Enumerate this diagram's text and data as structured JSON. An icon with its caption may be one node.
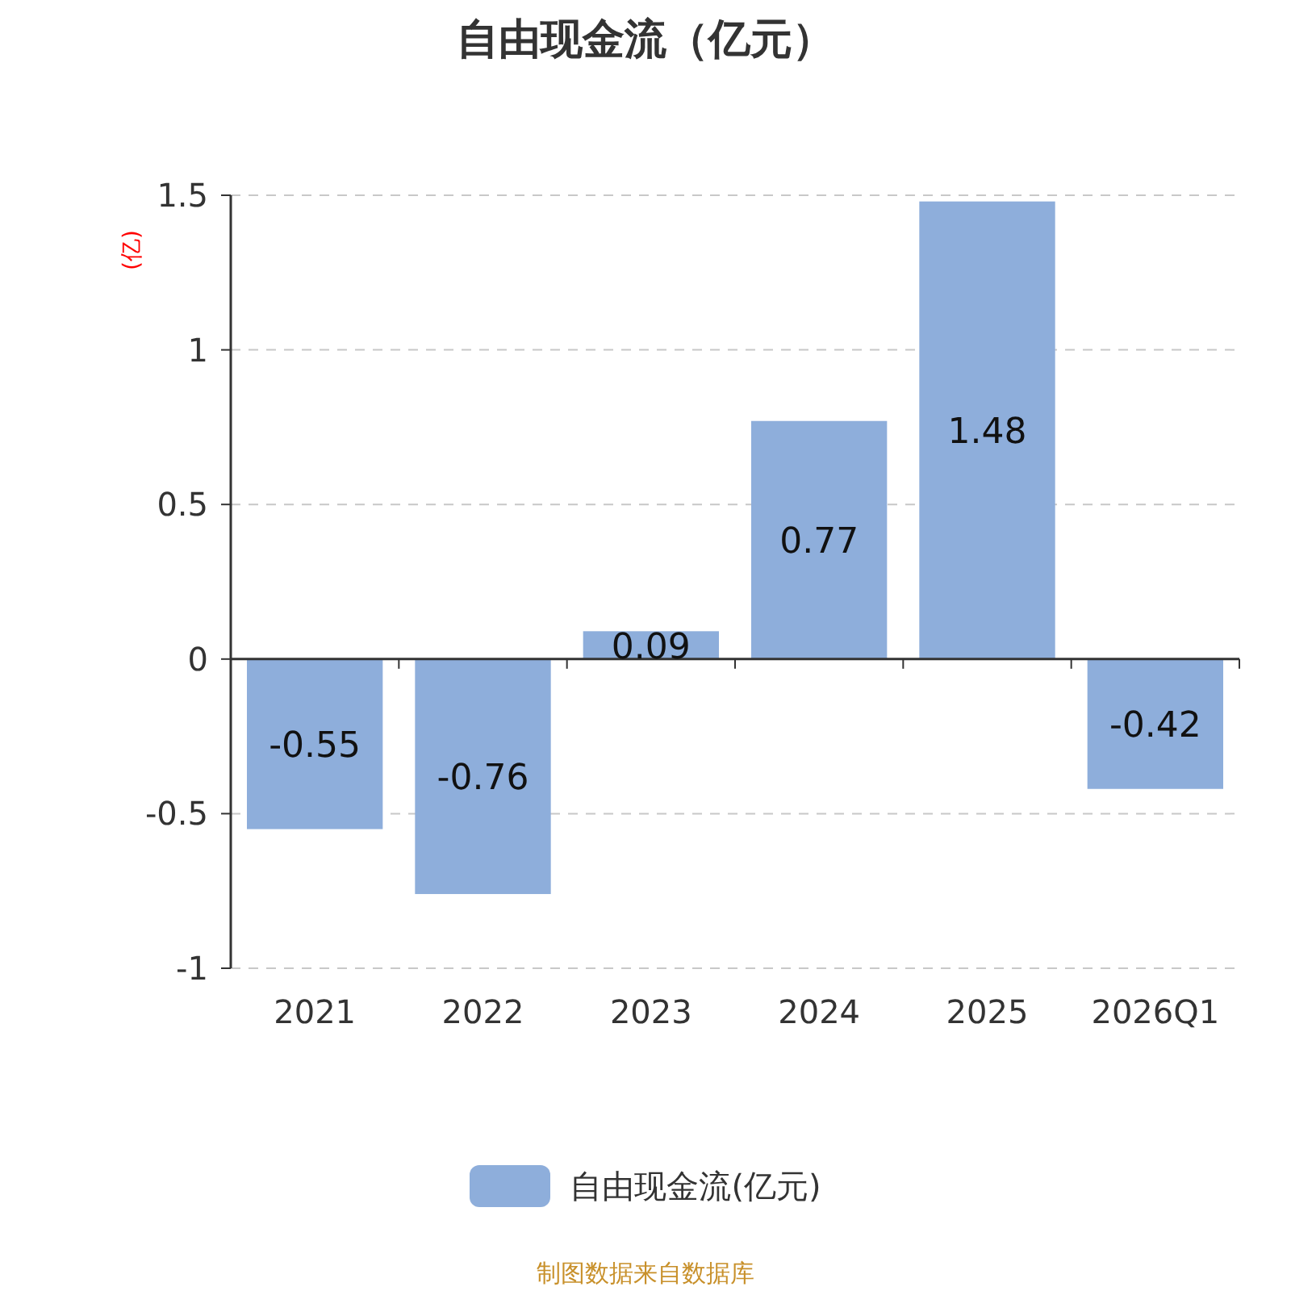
{
  "diagram": {
    "title": "自由现金流（亿元）",
    "caption": "制图数据来自数据库",
    "chart_data": {
      "type": "bar",
      "ylabel": "(亿)",
      "categories": [
        "2021",
        "2022",
        "2023",
        "2024",
        "2025",
        "2026Q1"
      ],
      "series": [
        {
          "name": "自由现金流(亿元)",
          "color": "#8eaedb",
          "values": [
            -0.55,
            -0.76,
            0.09,
            0.77,
            1.48,
            -0.42
          ]
        }
      ],
      "ylim": [
        -1,
        1.5
      ],
      "yticks": [
        -1,
        -0.5,
        0,
        0.5,
        1,
        1.5
      ],
      "data_labels": true,
      "grid": true
    }
  }
}
